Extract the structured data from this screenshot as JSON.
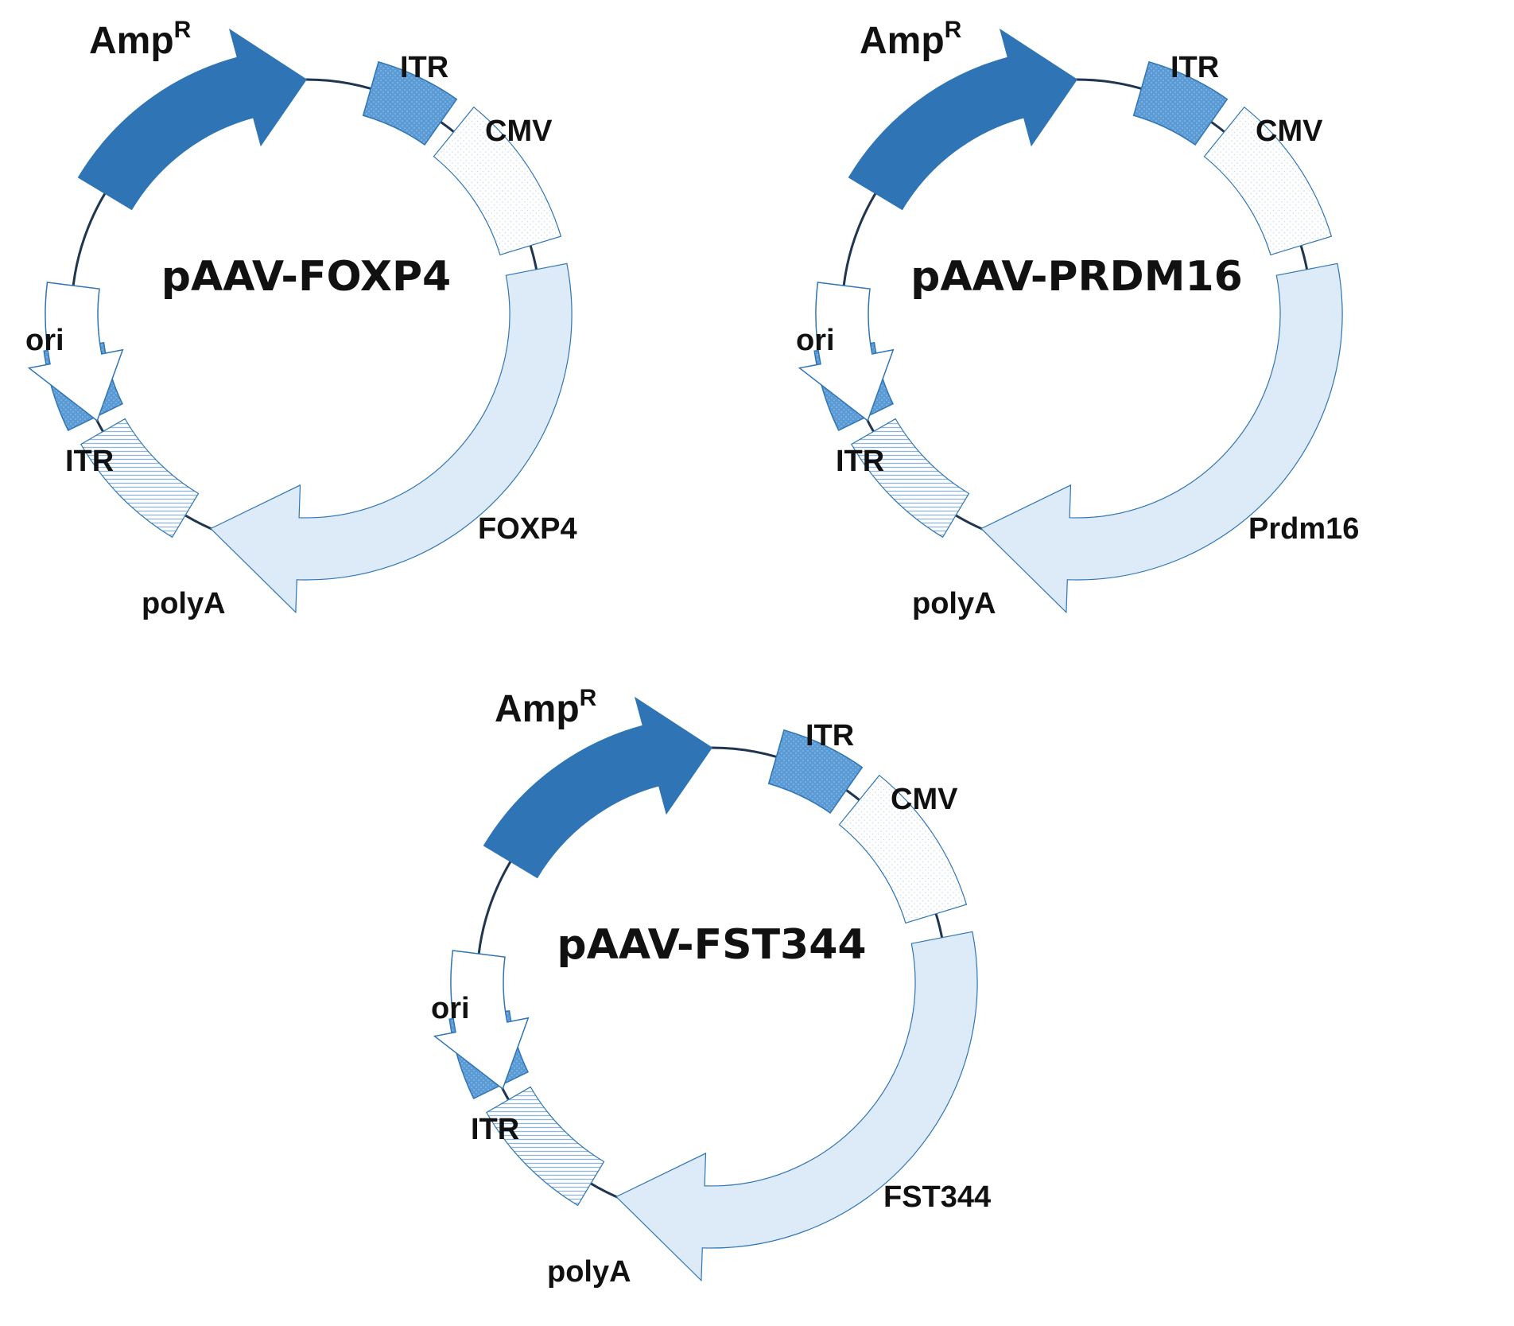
{
  "colors": {
    "background": "#ffffff",
    "backbone": "#1f3550",
    "ampr": "#2f75b5",
    "itr": "#5b9bd5",
    "cmv": "#ffffff",
    "gene": "#ddeaf7",
    "polya": "#ffffff",
    "ori": "#ffffff",
    "outline": "#2f75b5"
  },
  "plasmids": [
    {
      "name": "pAAV-FOXP4",
      "labels": {
        "ampr": "Amp",
        "ampr_sup": "R",
        "itr_top": "ITR",
        "cmv": "CMV",
        "gene": "FOXP4",
        "polya": "polyA",
        "itr_bottom": "ITR",
        "ori": "ori"
      }
    },
    {
      "name": "pAAV-PRDM16",
      "labels": {
        "ampr": "Amp",
        "ampr_sup": "R",
        "itr_top": "ITR",
        "cmv": "CMV",
        "gene": "Prdm16",
        "polya": "polyA",
        "itr_bottom": "ITR",
        "ori": "ori"
      }
    },
    {
      "name": "pAAV-FST344",
      "labels": {
        "ampr": "Amp",
        "ampr_sup": "R",
        "itr_top": "ITR",
        "cmv": "CMV",
        "gene": "FST344",
        "polya": "polyA",
        "itr_bottom": "ITR",
        "ori": "ori"
      }
    }
  ]
}
